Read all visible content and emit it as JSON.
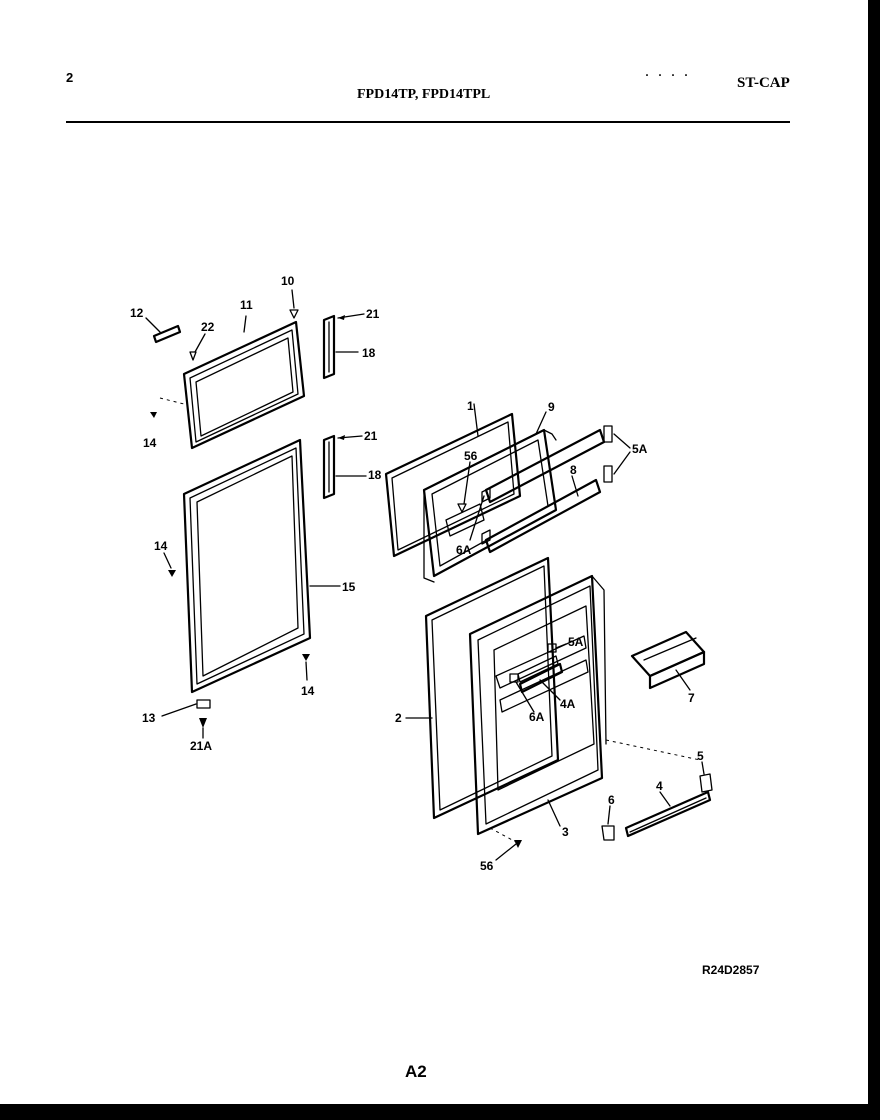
{
  "header": {
    "page_number": "2",
    "model_title": "FPD14TP, FPD14TPL",
    "section_code": "ST-CAP",
    "dots": "· · · ·"
  },
  "labels": {
    "l12": "12",
    "l22": "22",
    "l11": "11",
    "l10": "10",
    "l21a": "21",
    "l18a": "18",
    "l21b": "21",
    "l18b": "18",
    "l14a": "14",
    "l14b": "14",
    "l15": "15",
    "l14c": "14",
    "l13": "13",
    "l21A": "21A",
    "l1": "1",
    "l9": "9",
    "l56a": "56",
    "l6Aa": "6A",
    "l8": "8",
    "l5Aa": "5A",
    "l2": "2",
    "l5Ab": "5A",
    "l4A": "4A",
    "l6Ab": "6A",
    "l7": "7",
    "l3": "3",
    "l56b": "56",
    "l5": "5",
    "l6": "6",
    "l4": "4"
  },
  "footer": {
    "drawing_number": "R24D2857",
    "page_code": "A2"
  }
}
